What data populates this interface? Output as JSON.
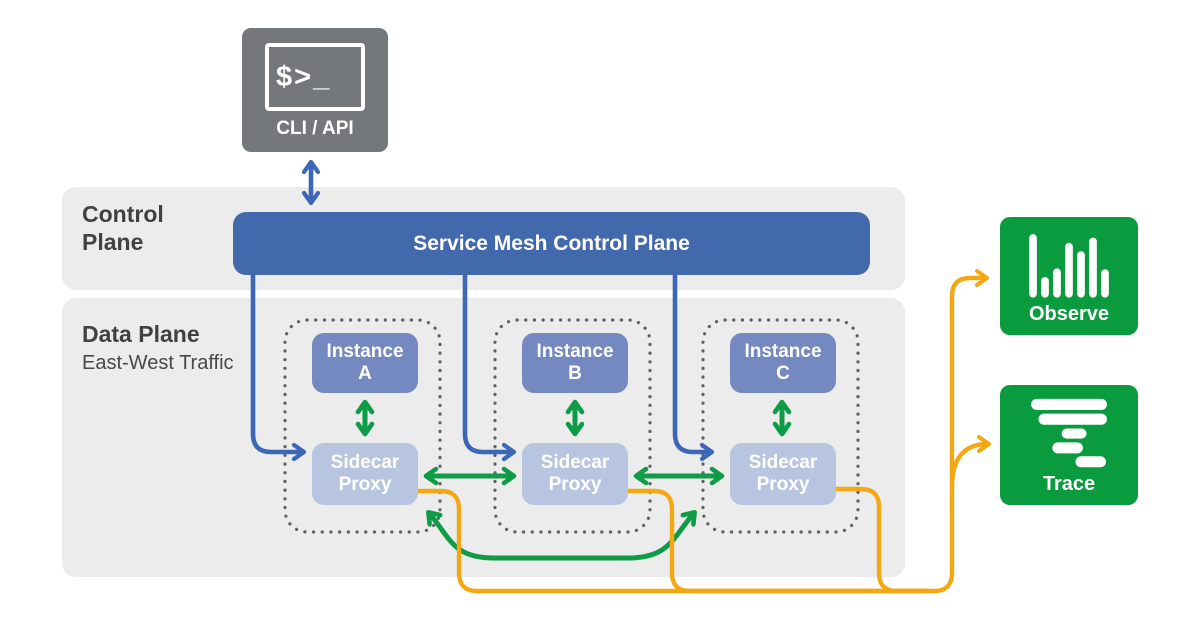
{
  "cli": {
    "prompt": "$>_",
    "label": "CLI / API"
  },
  "control_plane": {
    "label_line1": "Control",
    "label_line2": "Plane",
    "bar_label": "Service Mesh Control Plane"
  },
  "data_plane": {
    "title": "Data Plane",
    "subtitle": "East-West Traffic"
  },
  "groups": [
    {
      "instance_line1": "Instance",
      "instance_line2": "A",
      "proxy_line1": "Sidecar",
      "proxy_line2": "Proxy"
    },
    {
      "instance_line1": "Instance",
      "instance_line2": "B",
      "proxy_line1": "Sidecar",
      "proxy_line2": "Proxy"
    },
    {
      "instance_line1": "Instance",
      "instance_line2": "C",
      "proxy_line1": "Sidecar",
      "proxy_line2": "Proxy"
    }
  ],
  "outputs": [
    {
      "label": "Observe",
      "icon": "bar-chart-icon"
    },
    {
      "label": "Trace",
      "icon": "trace-spans-icon"
    }
  ],
  "colors": {
    "band_gray": "#ececec",
    "cli_gray": "#74777c",
    "bar_blue": "#4369ad",
    "instance_blue": "#7589c1",
    "sidecar_blue": "#b8c5e1",
    "arrow_blue": "#3b67b6",
    "arrow_green": "#0f9c47",
    "output_green": "#0a9b3e",
    "arrow_orange": "#f3a712",
    "dotted_gray": "#5e6164",
    "text_dark": "#3f4142"
  }
}
